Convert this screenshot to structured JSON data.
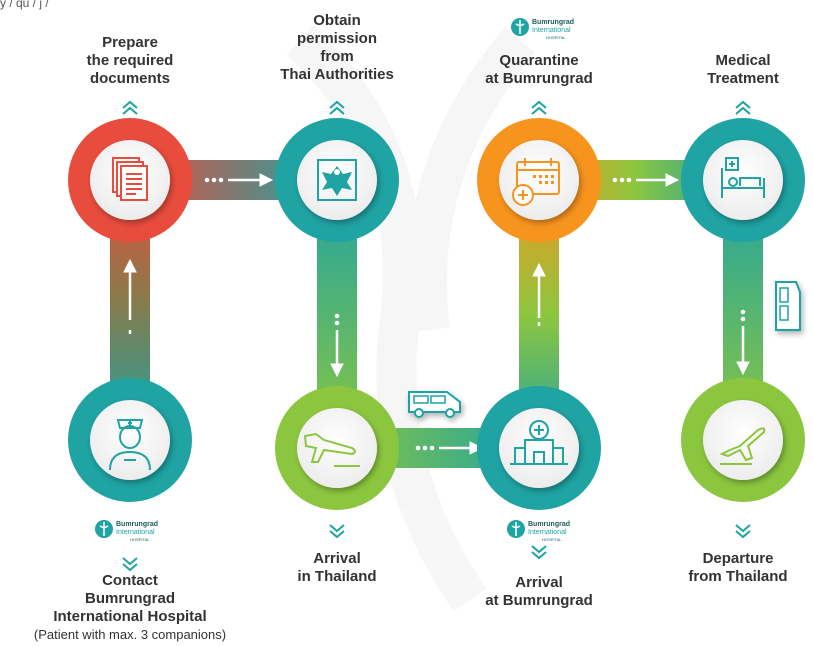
{
  "top_fragment": "y / qu / j /",
  "logo": {
    "line1": "Bumrungrad",
    "line2": "International",
    "line3": "HOSPITAL"
  },
  "steps": {
    "contact": {
      "lines": [
        "Contact",
        "Bumrungrad",
        "International Hospital"
      ],
      "note": "(Patient with max. 3 companions)",
      "icon": "nurse-icon"
    },
    "prepare": {
      "lines": [
        "Prepare",
        "the required",
        "documents"
      ],
      "icon": "documents-icon"
    },
    "permission": {
      "lines": [
        "Obtain",
        "permission",
        "from",
        "Thai Authorities"
      ],
      "icon": "thai-emblem-icon"
    },
    "arrival_thailand": {
      "lines": [
        "Arrival",
        "in Thailand"
      ],
      "icon": "airplane-landing-icon"
    },
    "arrival_bumrungrad": {
      "lines": [
        "Arrival",
        "at Bumrungrad"
      ],
      "icon": "hospital-building-icon"
    },
    "quarantine": {
      "lines": [
        "Quarantine",
        "at Bumrungrad"
      ],
      "icon": "calendar-add-icon"
    },
    "treatment": {
      "lines": [
        "Medical",
        "Treatment"
      ],
      "icon": "hospital-bed-icon"
    },
    "departure": {
      "lines": [
        "Departure",
        "from Thailand"
      ],
      "icon": "airplane-takeoff-icon"
    }
  },
  "transport_icon": "van-icon",
  "colors": {
    "red": "#e84c3d",
    "green": "#8cc63f",
    "teal": "#1fa3a3",
    "orange": "#f7941d",
    "text": "#333333"
  }
}
